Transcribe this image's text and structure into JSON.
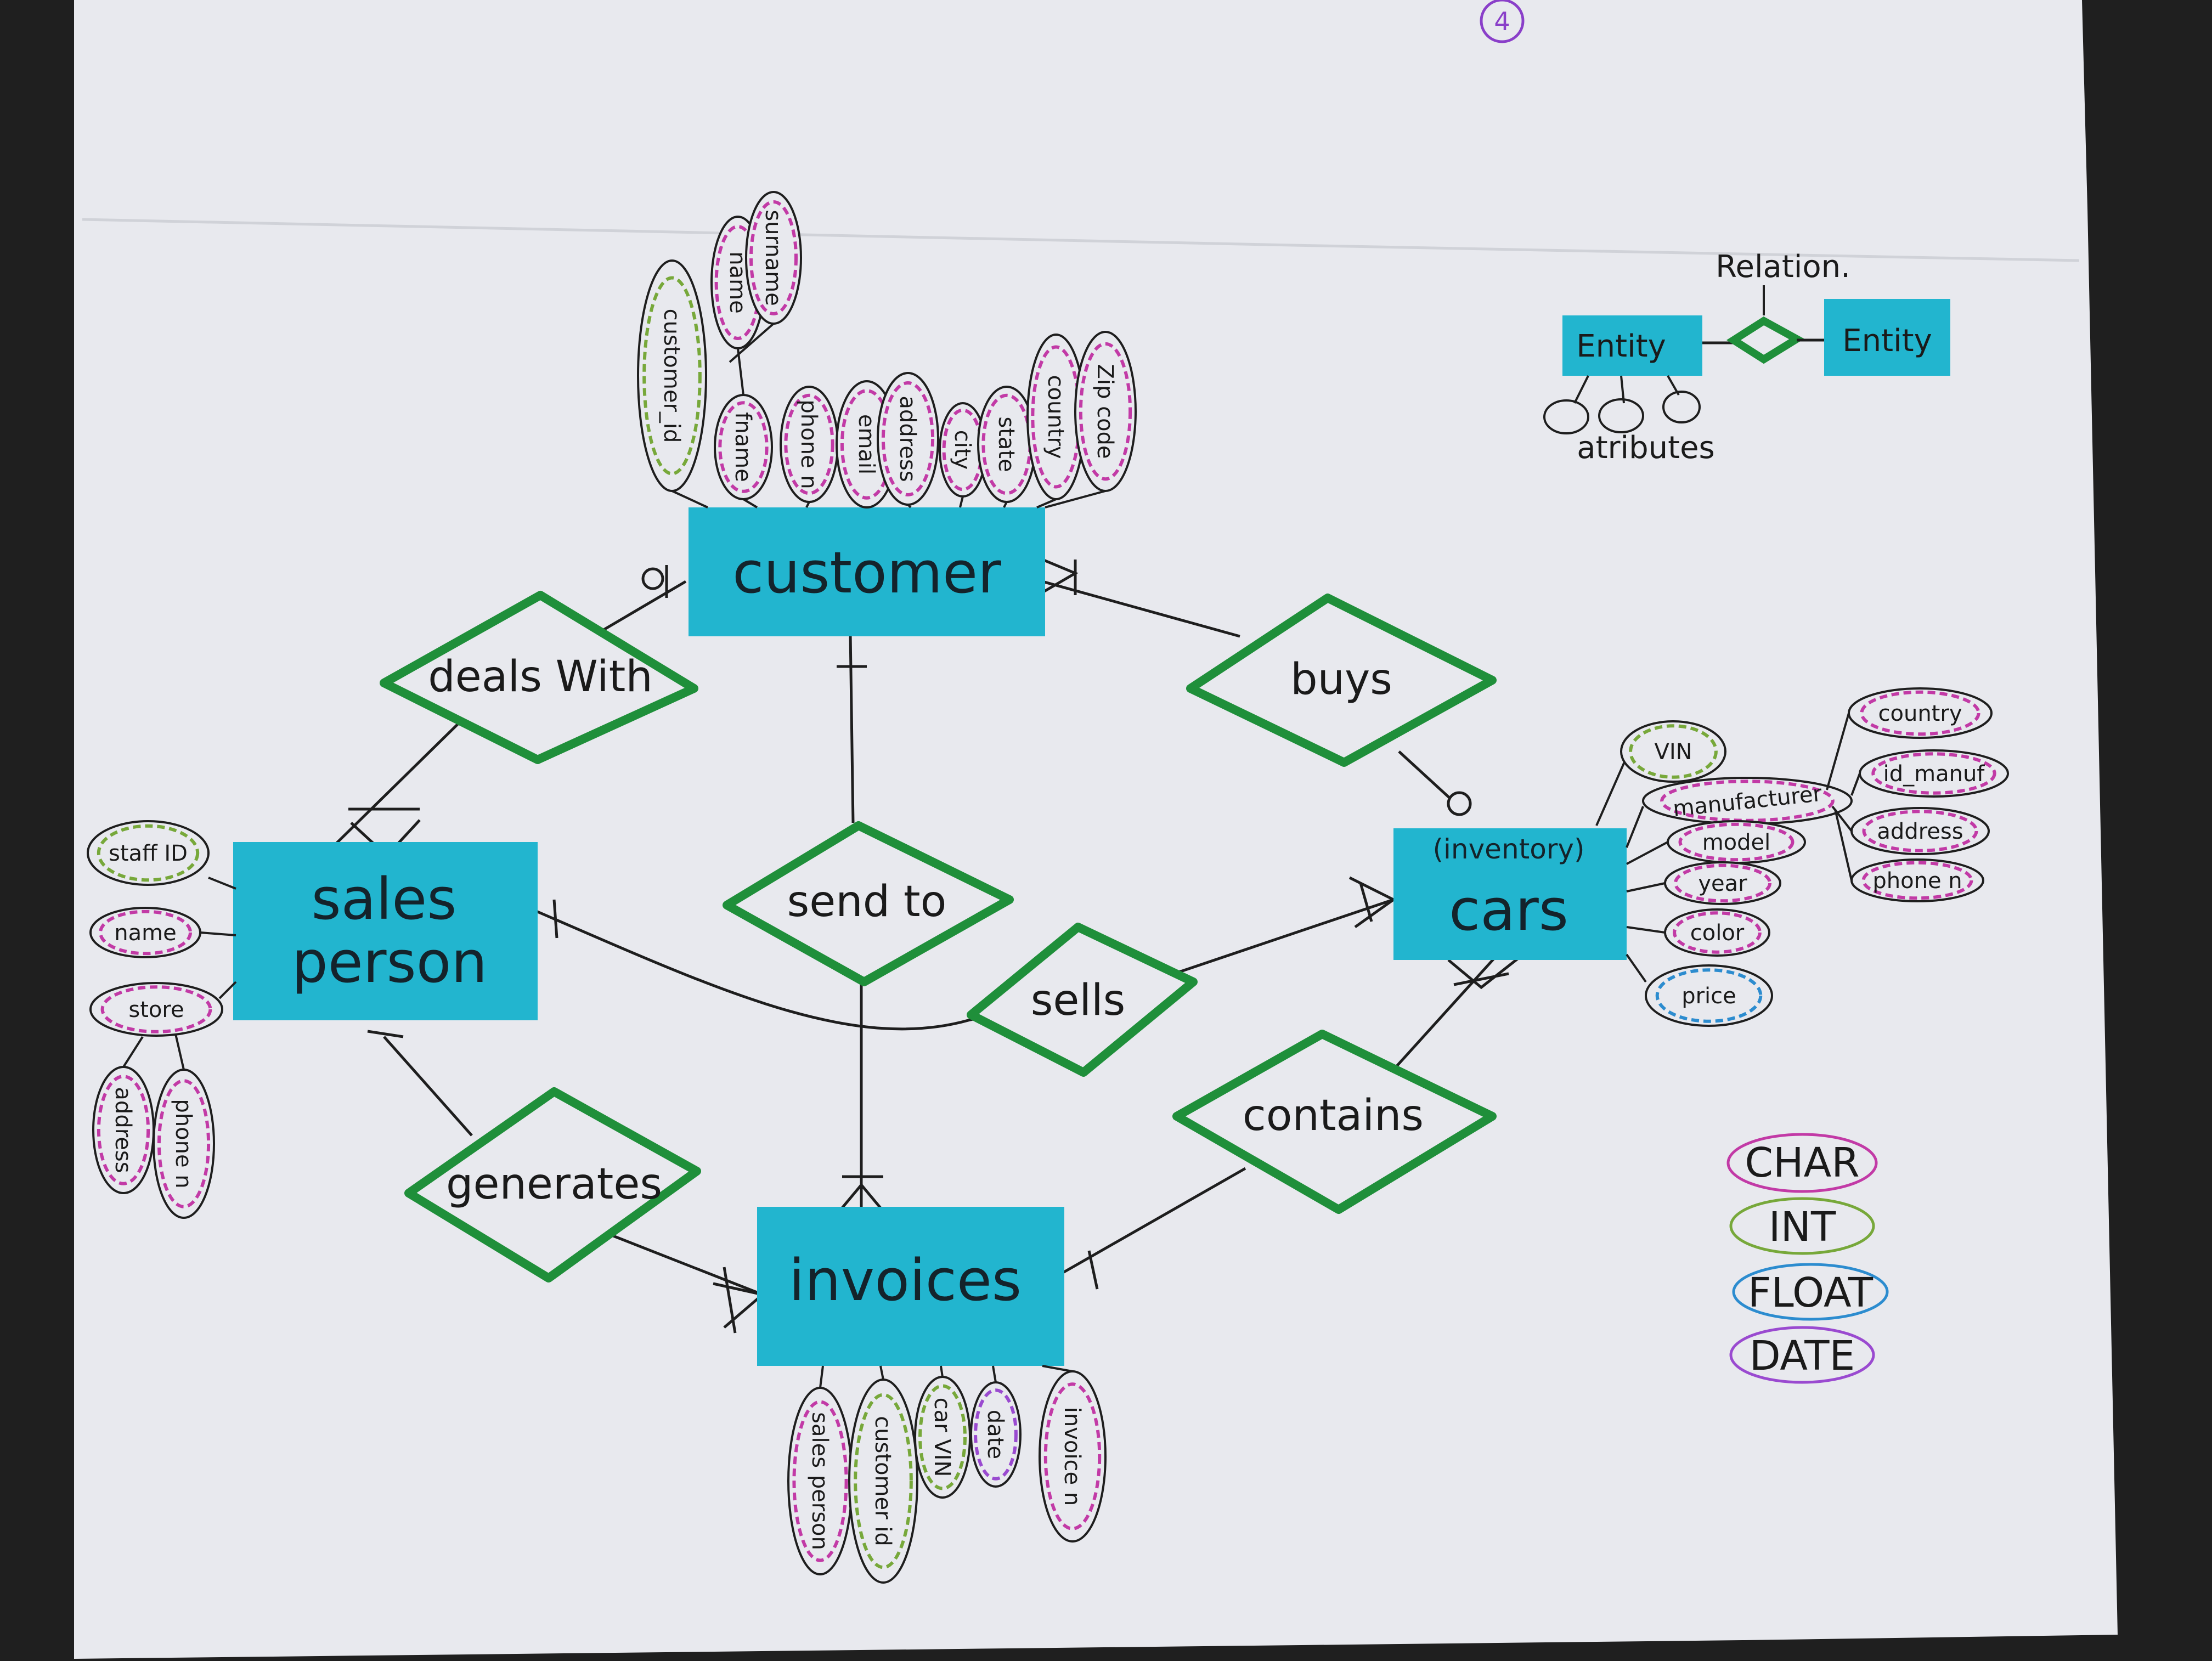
{
  "page_marks": {
    "corner_mark": "4"
  },
  "colors": {
    "entity_fill": "#22b5cf",
    "relation_stroke": "#1f8f3a",
    "line": "#1e1e1e",
    "char": "#c23aa6",
    "int": "#77a83a",
    "float": "#2c8ccf",
    "date": "#9a4ad0"
  },
  "legend": {
    "relation": "Relation.",
    "entity_left": "Entity",
    "entity_right": "Entity",
    "attributes": "atributes"
  },
  "entities": {
    "customer": "customer",
    "sales_person": [
      "sales",
      "person"
    ],
    "cars_tag": "(inventory)",
    "cars": "cars",
    "invoices": "invoices"
  },
  "relations": {
    "deals_with": "deals With",
    "buys": "buys",
    "send_to": "send to",
    "sells": "sells",
    "generates": "generates",
    "contains": "contains"
  },
  "attributes": {
    "customer": [
      {
        "label": "customer_id",
        "type": "int"
      },
      {
        "label": "fname",
        "type": "char"
      },
      {
        "label": "name",
        "type": "char"
      },
      {
        "label": "surname",
        "type": "char"
      },
      {
        "label": "phone n",
        "type": "char"
      },
      {
        "label": "email",
        "type": "char"
      },
      {
        "label": "address",
        "type": "char"
      },
      {
        "label": "city",
        "type": "char"
      },
      {
        "label": "state",
        "type": "char"
      },
      {
        "label": "country",
        "type": "char"
      },
      {
        "label": "Zip code",
        "type": "char"
      }
    ],
    "sales_person": [
      {
        "label": "staff ID",
        "type": "int"
      },
      {
        "label": "name",
        "type": "char"
      },
      {
        "label": "store",
        "type": "char"
      },
      {
        "label": "address",
        "type": "char"
      },
      {
        "label": "phone n",
        "type": "char"
      }
    ],
    "cars": [
      {
        "label": "VIN",
        "type": "int"
      },
      {
        "label": "manufacturer",
        "type": "char"
      },
      {
        "label": "model",
        "type": "char"
      },
      {
        "label": "year",
        "type": "char"
      },
      {
        "label": "color",
        "type": "char"
      },
      {
        "label": "price",
        "type": "float"
      }
    ],
    "manufacturer": [
      {
        "label": "country",
        "type": "char"
      },
      {
        "label": "id_manuf",
        "type": "char"
      },
      {
        "label": "address",
        "type": "char"
      },
      {
        "label": "phone n",
        "type": "char"
      }
    ],
    "invoices": [
      {
        "label": "sales person",
        "type": "char"
      },
      {
        "label": "customer id",
        "type": "int"
      },
      {
        "label": "car VIN",
        "type": "int"
      },
      {
        "label": "date",
        "type": "date"
      },
      {
        "label": "invoice n",
        "type": "char"
      }
    ]
  },
  "data_types": [
    "CHAR",
    "INT",
    "FLOAT",
    "DATE"
  ]
}
